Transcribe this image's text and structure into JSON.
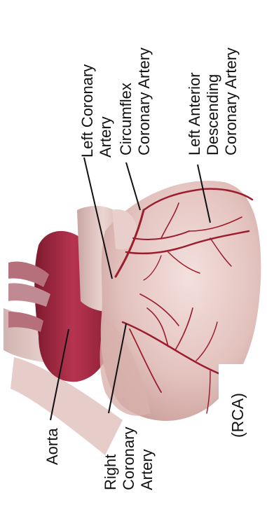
{
  "labels": {
    "left_coronary": [
      "Left Coronary",
      "Artery"
    ],
    "circumflex": [
      "Circumflex",
      "Coronary Artery"
    ],
    "lad": [
      "Left Anterior",
      "Descending",
      "Coronary Artery"
    ],
    "aorta": [
      "Aorta"
    ],
    "right_coronary": [
      "Right",
      "Coronary",
      "Artery"
    ],
    "rca": "(RCA)"
  },
  "colors": {
    "heart_tissue": "#e6c7c3",
    "aorta": "#a3283f",
    "vessels": "#9b1d2e",
    "leader_lines": "#111111"
  }
}
